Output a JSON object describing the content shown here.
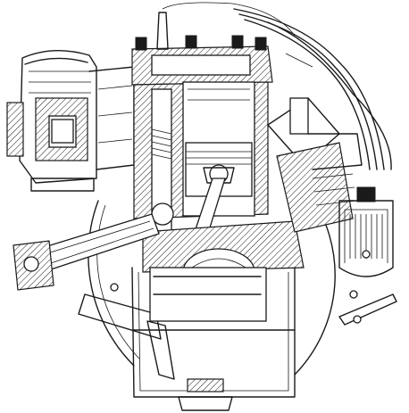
{
  "figure": {
    "subject": "engine-cross-section",
    "colors": {
      "ink": "#1a1a1a",
      "paper": "#ffffff"
    },
    "parts": [
      "air-cleaner",
      "cylinder-head",
      "valve-spring",
      "piston",
      "connecting-rod",
      "crankshaft",
      "oil-pan",
      "distributor",
      "oil-filter",
      "ignition-leads",
      "oil-pump",
      "flywheel-housing"
    ]
  }
}
